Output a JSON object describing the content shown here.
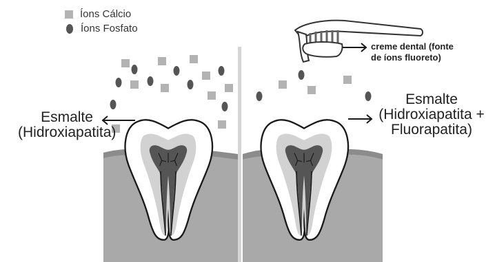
{
  "legend": {
    "calcium_label": "Íons Cálcio",
    "phosphate_label": "Íons Fosfato"
  },
  "left": {
    "label_line1": "Esmalte",
    "label_line2": "(Hidroxiapatita)"
  },
  "right": {
    "label_line1": "Esmalte",
    "label_line2": "(Hidroxiapatita +",
    "label_line3": "Fluorapatita)"
  },
  "toothpaste": {
    "label_line1": "creme dental (fonte",
    "label_line2": "de íons fluoreto)"
  },
  "colors": {
    "calcium_ion": "#b3b3b3",
    "phosphate_ion": "#555555",
    "gum": "#a9a9a9",
    "gum_band": "#8c8c8c",
    "enamel": "#ffffff",
    "dentin": "#d2d2d2",
    "pulp": "#555555",
    "divider": "#d5d5d5"
  }
}
